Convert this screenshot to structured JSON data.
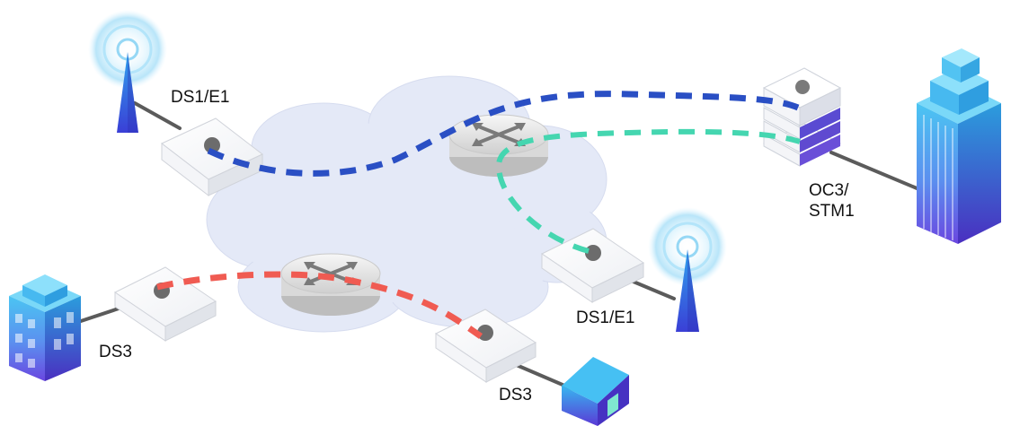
{
  "labels": {
    "ds1_top": "DS1/E1",
    "ds1_bottom": "DS1/E1",
    "ds3_left": "DS3",
    "ds3_bottom": "DS3",
    "oc3_line1": "OC3/",
    "oc3_line2": "STM1"
  },
  "colors": {
    "blue_link": "#2a4fc4",
    "teal_link": "#45d6b0",
    "red_link": "#f05b52",
    "cloud": "#e4e9f7",
    "wire": "#5b5b5b"
  },
  "icons": [
    "antenna-icon",
    "router-icon",
    "switch-icon",
    "server-stack-icon",
    "building-icon",
    "house-icon",
    "cloud-icon"
  ]
}
